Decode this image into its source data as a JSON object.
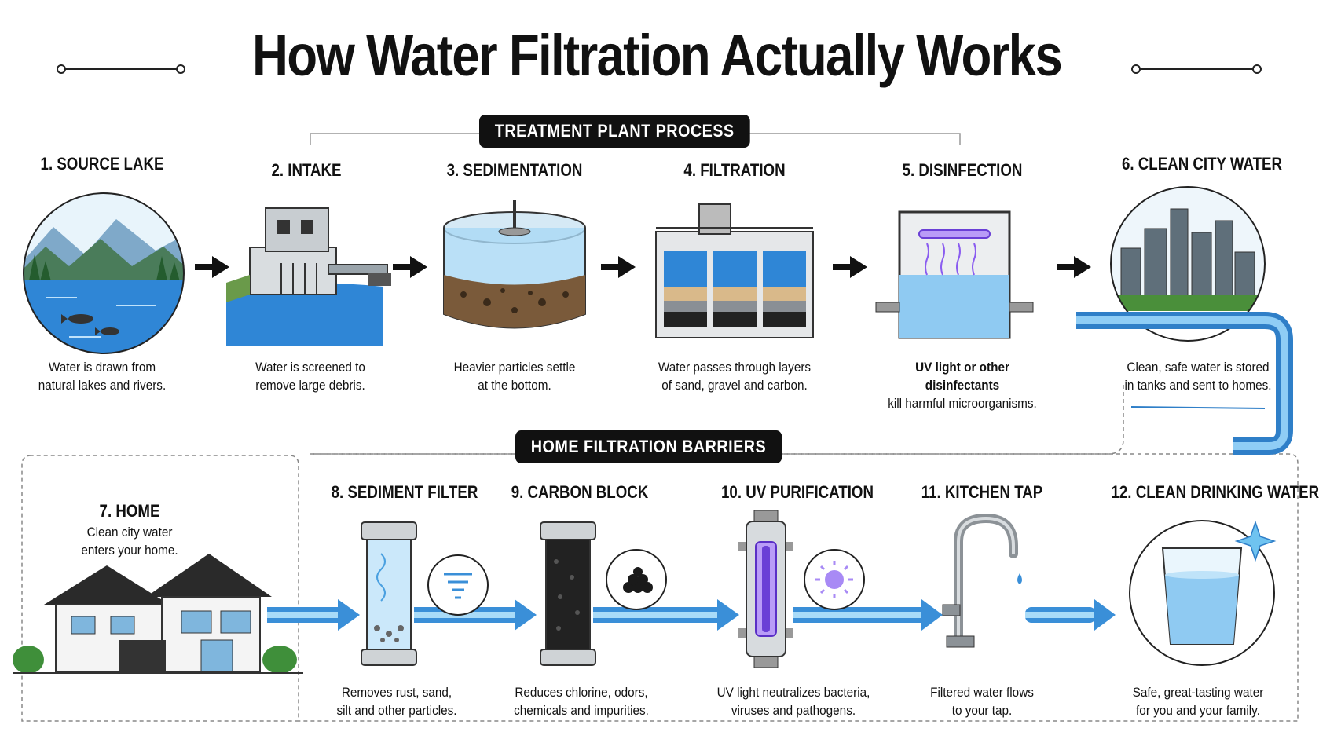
{
  "title": "How Water Filtration Actually Works",
  "sections": {
    "plant": "TREATMENT PLANT PROCESS",
    "home": "HOME FILTRATION BARRIERS"
  },
  "plant_steps": [
    {
      "title": "1. SOURCE LAKE",
      "desc": [
        "Water is drawn from",
        "natural lakes and rivers."
      ],
      "desc_bold": false
    },
    {
      "title": "2. INTAKE",
      "desc": [
        "Water is screened to",
        "remove large debris."
      ],
      "desc_bold": false
    },
    {
      "title": "3. SEDIMENTATION",
      "desc": [
        "Heavier particles settle",
        "at the bottom."
      ],
      "desc_bold": false
    },
    {
      "title": "4. FILTRATION",
      "desc": [
        "Water passes through layers",
        "of sand, gravel and carbon."
      ],
      "desc_bold": false
    },
    {
      "title": "5. DISINFECTION",
      "desc": [
        "UV light or other disinfectants",
        "kill harmful microorganisms."
      ],
      "desc_bold": true
    },
    {
      "title": "6. CLEAN CITY WATER",
      "desc": [
        "Clean, safe water is stored",
        "in tanks and sent to homes."
      ],
      "desc_bold": false
    }
  ],
  "home_steps": [
    {
      "title": "7. HOME",
      "desc": [
        "Clean city water",
        "enters your home."
      ]
    },
    {
      "title": "8. SEDIMENT FILTER",
      "desc": [
        "Removes rust, sand,",
        "silt and other particles."
      ]
    },
    {
      "title": "9. CARBON BLOCK",
      "desc": [
        "Reduces chlorine, odors,",
        "chemicals and impurities."
      ]
    },
    {
      "title": "10. UV PURIFICATION",
      "desc": [
        "UV light neutralizes bacteria,",
        "viruses and pathogens."
      ]
    },
    {
      "title": "11. KITCHEN TAP",
      "desc": [
        "Filtered water flows",
        "to your tap."
      ]
    },
    {
      "title": "12. CLEAN DRINKING WATER",
      "desc": [
        "Safe, great-tasting water",
        "for you and your family."
      ]
    }
  ],
  "colors": {
    "water": "#3a8fd8",
    "water_light": "#9fd3f5",
    "dark": "#111111",
    "uv": "#8a5cf0",
    "green": "#3f8f3a"
  },
  "icons": [
    "lake-icon",
    "intake-building-icon",
    "sedimentation-tank-icon",
    "filtration-beds-icon",
    "uv-chamber-icon",
    "city-skyline-icon",
    "house-icon",
    "sediment-filter-icon",
    "carbon-filter-icon",
    "uv-purifier-icon",
    "kitchen-tap-icon",
    "water-glass-icon"
  ]
}
